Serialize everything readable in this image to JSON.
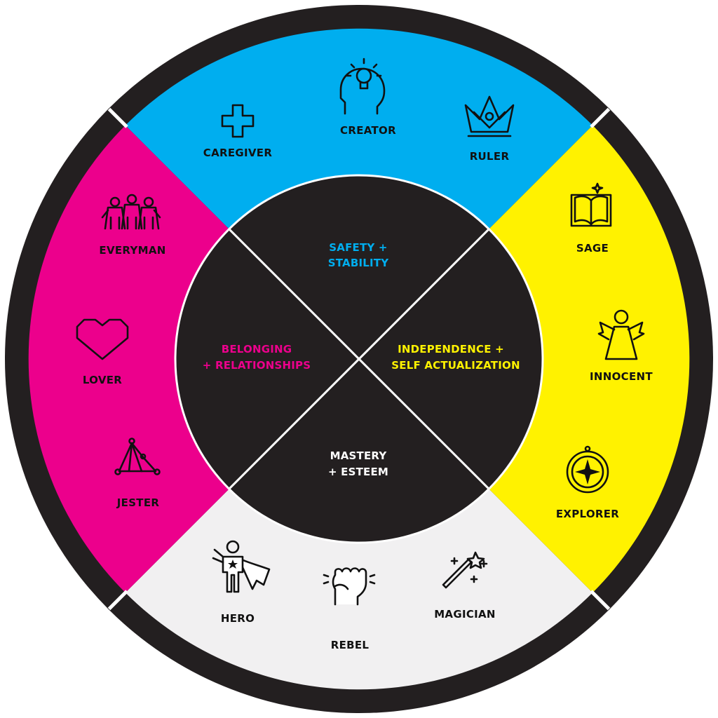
{
  "colors": {
    "ring": "#231f20",
    "center": "#231f20",
    "top": "#00aeef",
    "right": "#fff200",
    "bottom": "#f1f0f1",
    "left": "#ec008c",
    "white": "#ffffff"
  },
  "quadrants": {
    "top": {
      "line1": "SAFETY +",
      "line2": "STABILITY",
      "color": "#00aeef"
    },
    "right": {
      "line1": "INDEPENDENCE +",
      "line2": "SELF ACTUALIZATION",
      "color": "#fff200"
    },
    "bottom": {
      "line1": "MASTERY",
      "line2": "+ ESTEEM",
      "color": "#ffffff"
    },
    "left": {
      "line1": "BELONGING",
      "line2": "+ RELATIONSHIPS",
      "color": "#ec008c"
    }
  },
  "archetypes": {
    "caregiver": {
      "label": "CAREGIVER",
      "icon": "cross-icon"
    },
    "creator": {
      "label": "CREATOR",
      "icon": "lightbulb-head-icon"
    },
    "ruler": {
      "label": "RULER",
      "icon": "crown-icon"
    },
    "sage": {
      "label": "SAGE",
      "icon": "open-book-icon"
    },
    "innocent": {
      "label": "INNOCENT",
      "icon": "angel-icon"
    },
    "explorer": {
      "label": "EXPLORER",
      "icon": "compass-icon"
    },
    "magician": {
      "label": "MAGICIAN",
      "icon": "magic-wand-icon"
    },
    "rebel": {
      "label": "REBEL",
      "icon": "fist-icon"
    },
    "hero": {
      "label": "HERO",
      "icon": "superhero-icon"
    },
    "jester": {
      "label": "JESTER",
      "icon": "jester-hat-icon"
    },
    "lover": {
      "label": "LOVER",
      "icon": "heart-icon"
    },
    "everyman": {
      "label": "EVERYMAN",
      "icon": "people-group-icon"
    }
  }
}
